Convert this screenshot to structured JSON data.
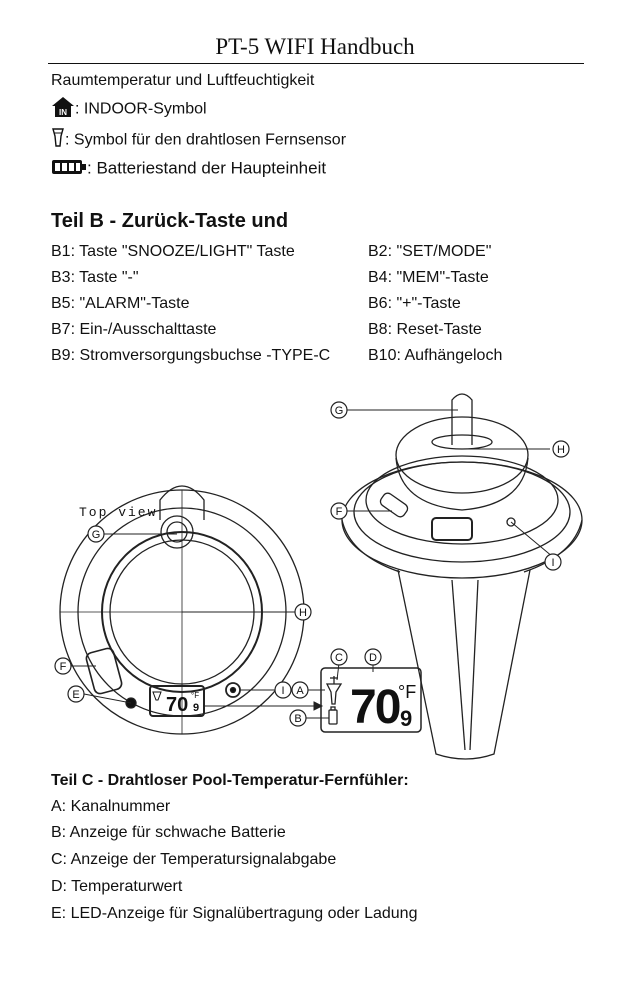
{
  "header": {
    "title": "PT-5 WIFI Handbuch"
  },
  "partA_tail": {
    "line1": "Raumtemperatur und Luftfeuchtigkeit",
    "indoor": ": INDOOR-Symbol",
    "sensor": ": Symbol für den drahtlosen Fernsensor",
    "battery": ": Batteriestand der Haupteinheit"
  },
  "partB": {
    "heading": "Teil B - Zurück-Taste und",
    "items": [
      [
        "B1: Taste \"SNOOZE/LIGHT\" Taste",
        "B2: \"SET/MODE\""
      ],
      [
        "B3: Taste \"-\"",
        "B4: \"MEM\"-Taste"
      ],
      [
        "B5: \"ALARM\"-Taste",
        "B6: \"+\"-Taste"
      ],
      [
        "B7: Ein-/Ausschalttaste",
        "B8: Reset-Taste"
      ],
      [
        "B9: Stromversorgungsbuchse -TYPE-C",
        "B10: Aufhängeloch"
      ]
    ]
  },
  "figure": {
    "top_view_label": "Top view",
    "callouts": [
      "G",
      "H",
      "F",
      "I",
      "G",
      "H",
      "F",
      "E",
      "I",
      "A",
      "B",
      "C",
      "D"
    ],
    "lcd_small": {
      "temp": "70",
      "decimal": "9",
      "unit": "°F"
    },
    "lcd_large": {
      "temp": "70",
      "decimal": "9",
      "unit": "°F"
    }
  },
  "partC": {
    "heading": "Teil C - Drahtloser Pool-Temperatur-Fernfühler:",
    "items": [
      "A: Kanalnummer",
      "B: Anzeige für schwache Batterie",
      "C: Anzeige der Temperatursignalabgabe",
      "D: Temperaturwert",
      "E: LED-Anzeige für Signalübertragung oder Ladung"
    ]
  }
}
